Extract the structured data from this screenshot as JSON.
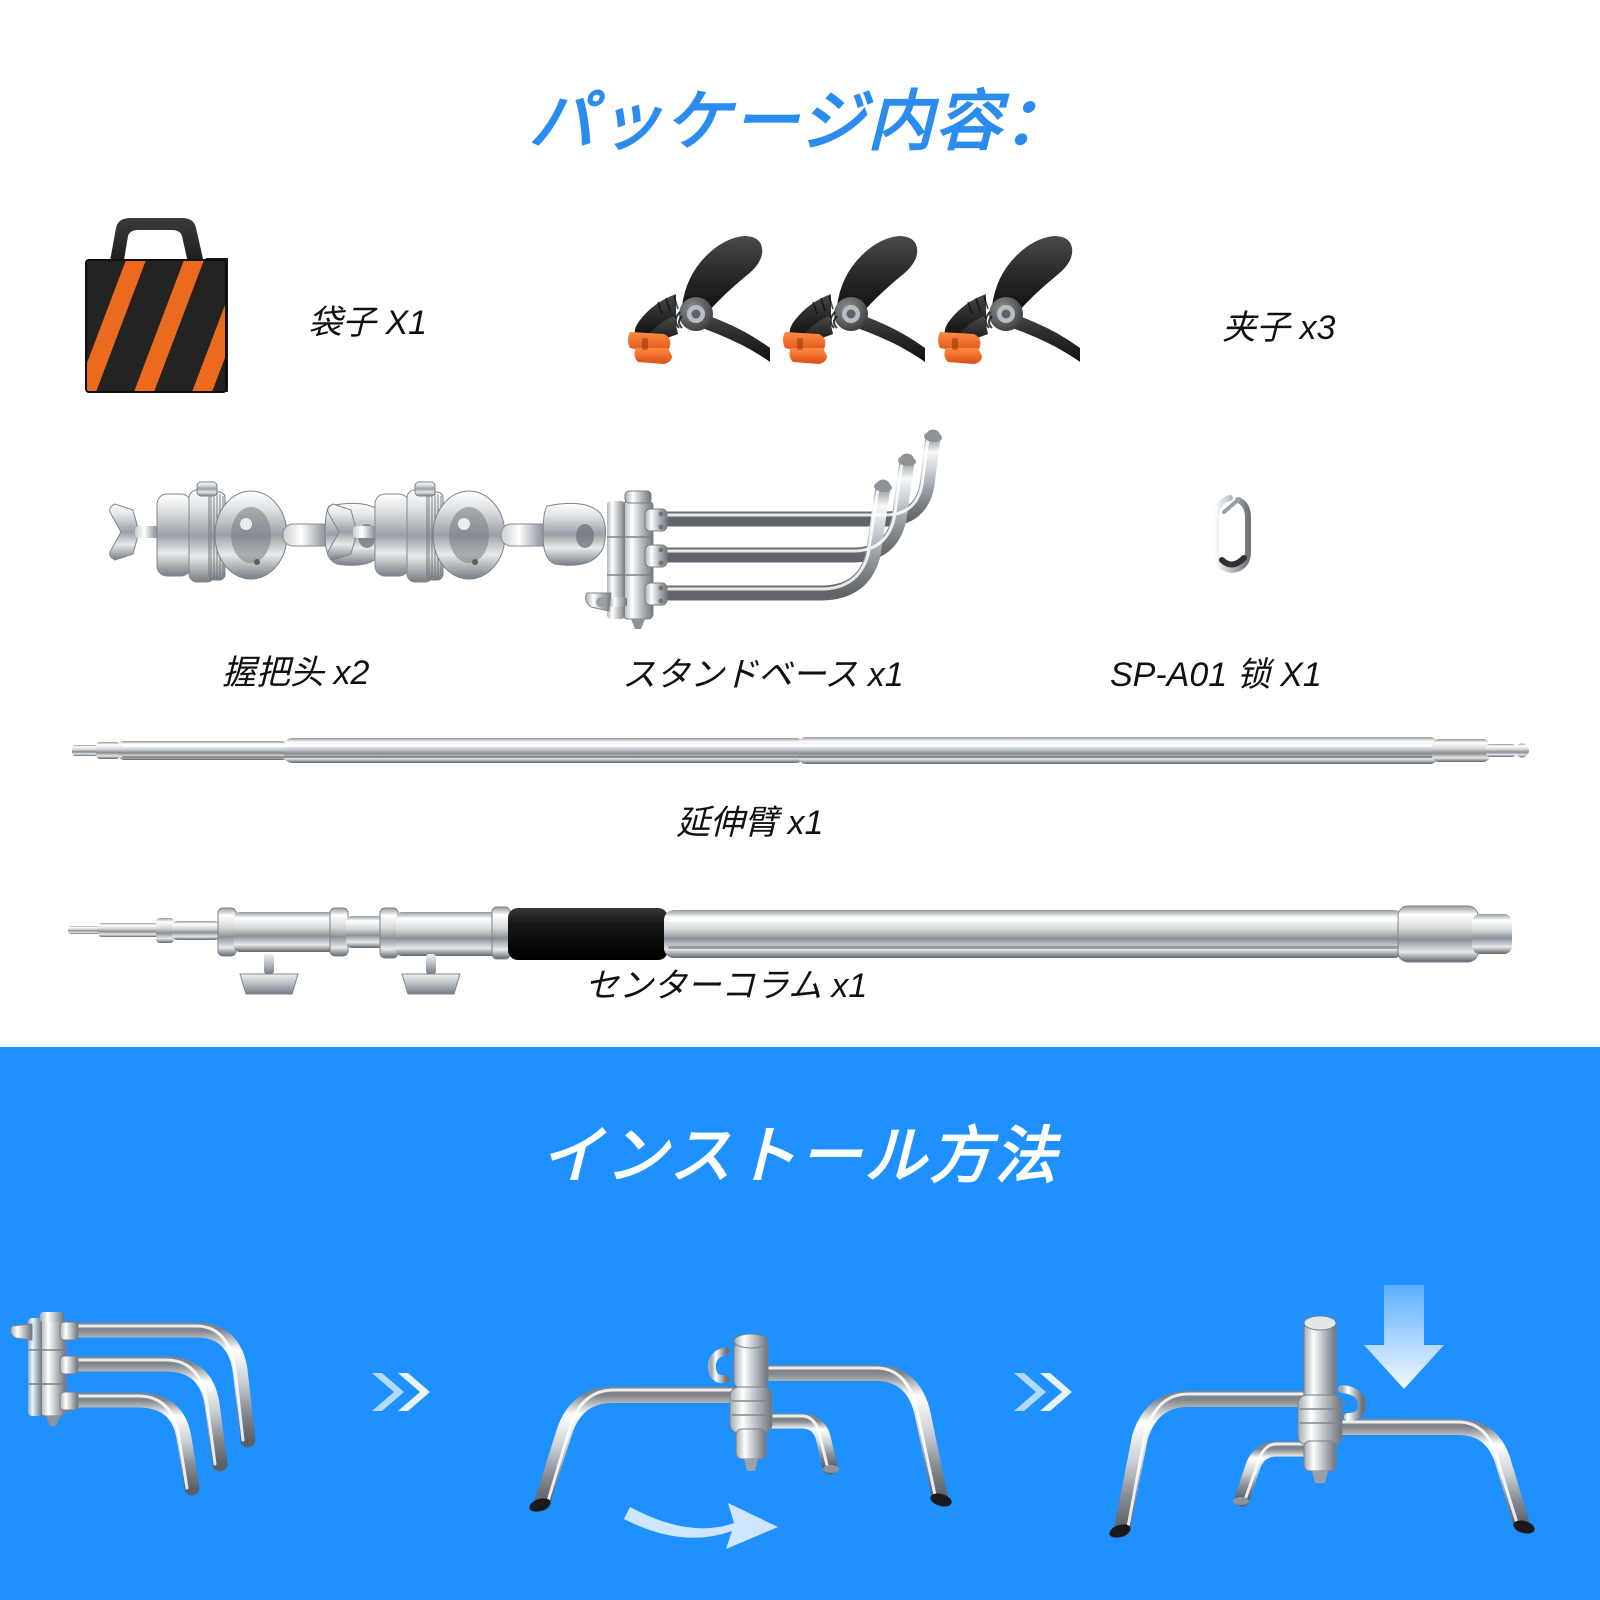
{
  "package": {
    "title": "パッケージ内容：",
    "title_color": "#2b8cf0",
    "items": [
      {
        "id": "sandbag",
        "label": "袋子 X1",
        "icon": "sandbag-icon"
      },
      {
        "id": "clamps",
        "label": "夹子  x3",
        "icon": "spring-clamp-icon"
      },
      {
        "id": "grip-heads",
        "label": "握把头 x2",
        "icon": "grip-head-icon"
      },
      {
        "id": "stand-base",
        "label": "スタンドベース  x1",
        "icon": "stand-base-icon"
      },
      {
        "id": "sp-a01-lock",
        "label": "SP-A01 锁 X1",
        "icon": "carabiner-icon"
      },
      {
        "id": "extension-arm",
        "label": "延伸臂 x1",
        "icon": "extension-arm-icon"
      },
      {
        "id": "center-column",
        "label": "センターコラム  x1",
        "icon": "center-column-icon"
      }
    ]
  },
  "install": {
    "title": "インストール方法",
    "background_color": "#1e90ff",
    "title_color": "#ffffff",
    "steps": [
      {
        "id": "step-1",
        "icon": "legs-folded-icon",
        "arrow": "double-chevron-right-icon"
      },
      {
        "id": "step-2",
        "icon": "legs-spread-icon",
        "arrow": "curved-rotate-arrow-icon"
      },
      {
        "id": "step-3",
        "icon": "column-mounted-icon",
        "arrow": "down-arrow-icon"
      }
    ]
  },
  "colors": {
    "accent_blue": "#1e90ff",
    "title_blue": "#2b8cf0",
    "sandbag_orange": "#ec6a1e",
    "sandbag_black": "#232323",
    "clamp_black": "#2c2c2c",
    "clamp_orange": "#f26522",
    "chrome_light": "#f2f4f6",
    "chrome_mid": "#b9bec4",
    "chrome_dark": "#6d7479",
    "foam_black": "#141414",
    "arrow_light": "#cfe6ff"
  }
}
